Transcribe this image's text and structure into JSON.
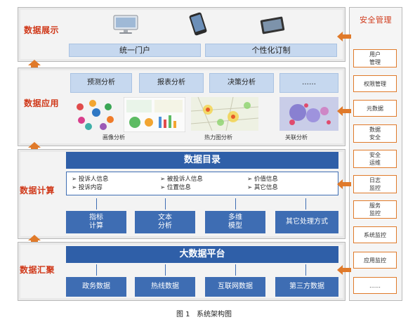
{
  "layers": {
    "display": {
      "label": "数据展示",
      "portal": "统一门户",
      "personal": "个性化订制"
    },
    "application": {
      "label": "数据应用",
      "tabs": [
        "预测分析",
        "报表分析",
        "决策分析",
        "……"
      ],
      "captions": [
        "画像分析",
        "热力图分析",
        "关联分析"
      ]
    },
    "compute": {
      "label": "数据计算",
      "catalog": "数据目录",
      "items": [
        "投诉人信息",
        "投诉内容",
        "被投诉人信息",
        "位置信息",
        "价值信息",
        "其它信息"
      ],
      "methods": [
        "指标\n计算",
        "文本\n分析",
        "多维\n模型",
        "其它处理方式"
      ]
    },
    "collect": {
      "label": "数据汇聚",
      "platform": "大数据平台",
      "sources": [
        "政务数据",
        "热线数据",
        "互联网数据",
        "第三方数据"
      ]
    }
  },
  "security": {
    "title": "安全管理",
    "items": [
      "用户\n管理",
      "权限管理",
      "元数据",
      "数据\n安全",
      "安全\n运维",
      "日志\n监控",
      "服务\n监控",
      "系统监控",
      "应用监控",
      "……"
    ]
  },
  "figure_caption": "图 1   系统架构图",
  "colors": {
    "accent": "#e07a2a",
    "label_red": "#d0391a",
    "primary_blue": "#2f5fa8",
    "light_blue": "#c6d8ef"
  }
}
